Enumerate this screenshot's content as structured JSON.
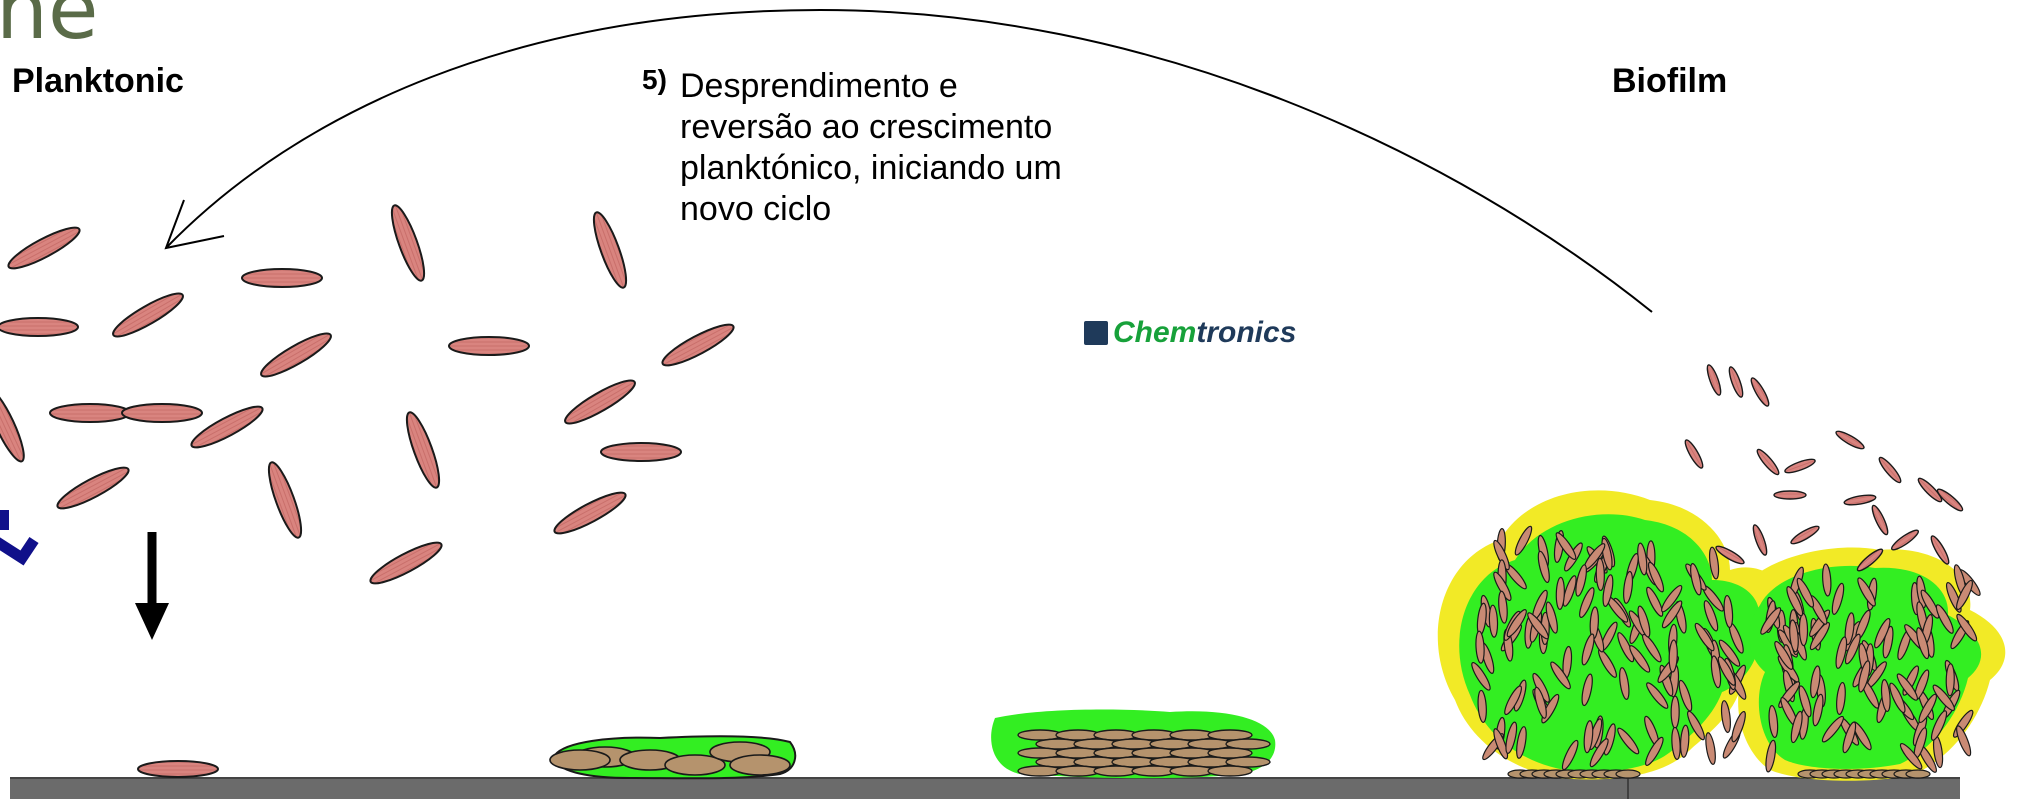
{
  "title_fragment": "ne",
  "labels": {
    "planktonic": "Planktonic",
    "biofilm": "Biofilm"
  },
  "step": {
    "number": "5)",
    "lines": [
      "Desprendimento e",
      "reversão ao crescimento",
      "planktónico, iniciando um",
      "novo ciclo"
    ]
  },
  "logo": {
    "part1": "Chem",
    "part2": "tronics"
  },
  "colors": {
    "bacterium_fill": "#d9847f",
    "bacterium_stroke": "#1a1a1a",
    "matrix_green": "#33ee22",
    "matrix_yellow": "#f2ea26",
    "cell_in_matrix": "#b5936d",
    "surface": "#6b6b6b",
    "arrow_blue": "#10108a",
    "logo_green": "#17a13a",
    "logo_navy": "#1f3a5a",
    "title_fragment": "#5a6b48"
  }
}
